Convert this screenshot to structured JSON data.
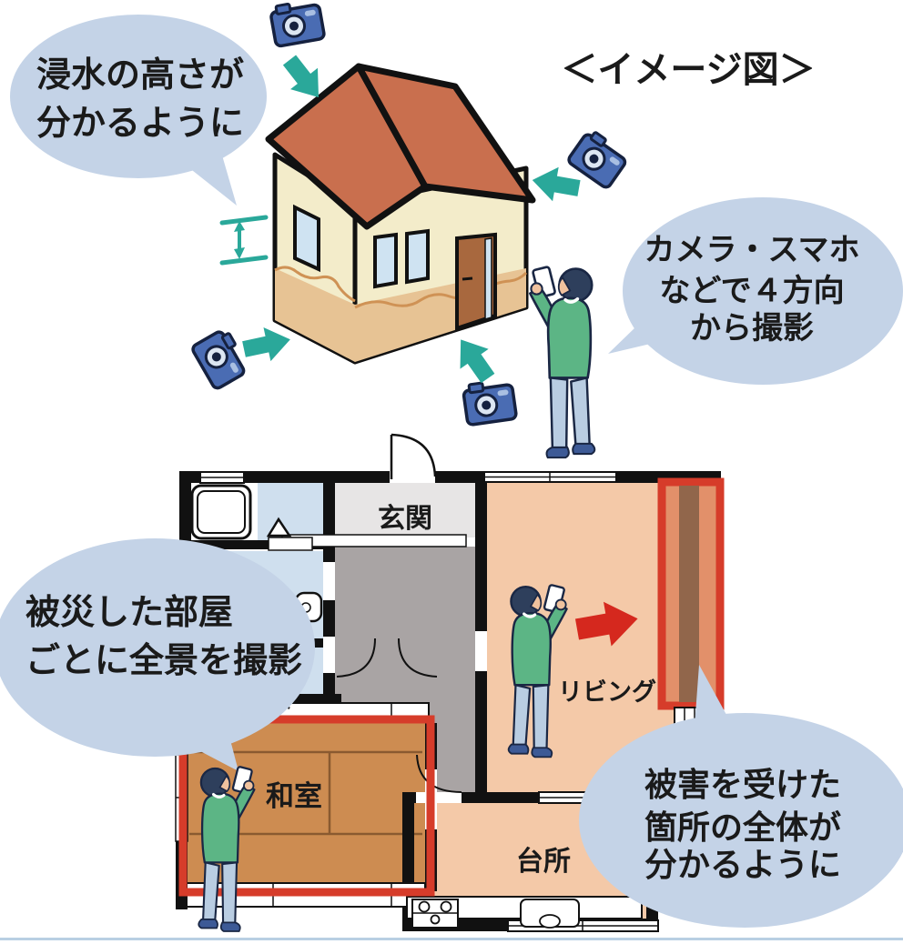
{
  "page": {
    "title": "＜イメージ図＞"
  },
  "top_scene": {
    "bubble_flood_height": {
      "line1": "浸水の高さが",
      "line2": "分かるように"
    },
    "bubble_shoot_directions": {
      "line1": "カメラ・スマホ",
      "line2": "などで４方向",
      "line3": "から撮影"
    }
  },
  "floor_plan": {
    "bubble_room_full_view": {
      "line1": "被災した部屋",
      "line2": "ごとに全景を撮影"
    },
    "bubble_damaged_area": {
      "line1": "被害を受けた",
      "line2": "箇所の全体が",
      "line3": "分かるように"
    },
    "room_labels": {
      "entrance": "玄関",
      "living": "リビング",
      "japanese_room": "和室",
      "kitchen": "台所"
    }
  },
  "icons": {
    "camera": "compact-digital-camera",
    "smartphone": "smartphone-in-hand",
    "teal_arrow": "shooting-direction-arrow",
    "red_arrow": "shoot-target-arrow",
    "measure": "flood-depth-measure-marks"
  },
  "colors": {
    "bubble_fill": "#c4d3e7",
    "teal_arrow": "#2aa89a",
    "roof": "#c96f4e",
    "house_wall": "#f3ecca",
    "flood_stain": "#e7c394",
    "flood_stain_line": "#cf9255",
    "highlight_red": "#d63c2a",
    "red_arrow": "#d5281e",
    "living_kitchen_floor": "#f4c9a8",
    "tatami_floor": "#cd8c51",
    "tatami_line": "#8a5a30",
    "hallway_gray": "#a9a4a4",
    "entrance_gray": "#e7e5e5",
    "bathroom_blue": "#cfdfee",
    "camera_blue": "#4a6cb3",
    "sweater_green": "#5cb585",
    "pants_blue": "#b9cde2",
    "bottom_border": "#b9cfe3"
  }
}
